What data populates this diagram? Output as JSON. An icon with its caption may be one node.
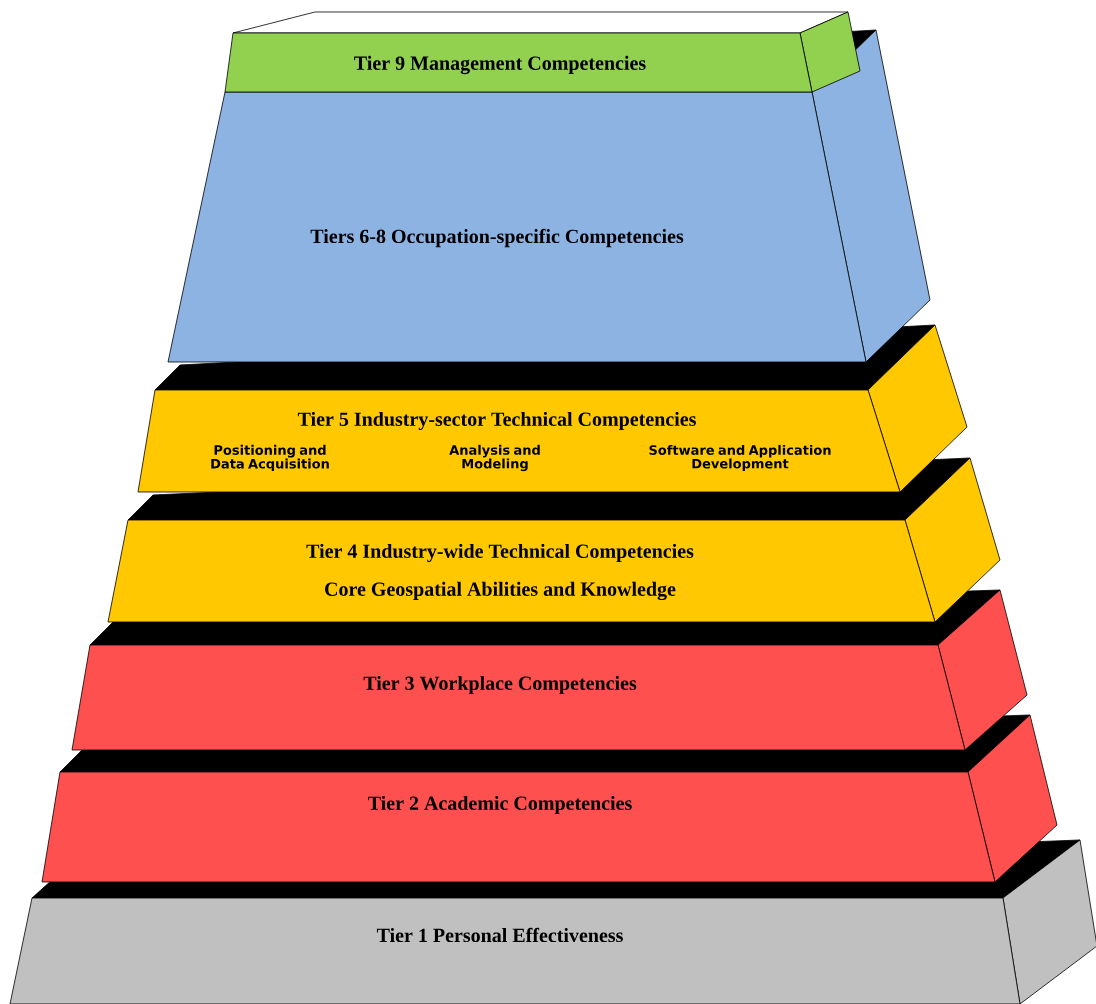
{
  "diagram": {
    "nodes": [
      {
        "text": [
          "Tier 9 Management Competencies"
        ]
      },
      {
        "text": [
          "Tiers 6-8 Occupation-specific Competencies"
        ]
      },
      {
        "text": [
          "Tier 5 Industry-sector Technical Competencies",
          "Positioning and Data Acquisition",
          "Analysis and Modeling",
          "Software and Application Development"
        ]
      },
      {
        "text": [
          "Tier 4 Industry-wide Technical Competencies",
          "Core Geospatial Abilities and Knowledge"
        ]
      },
      {
        "text": [
          "Tier 3 Workplace Competencies"
        ]
      },
      {
        "text": [
          "Tier 2 Academic Competencies"
        ]
      },
      {
        "text": [
          "Tier 1 Personal Effectiveness"
        ]
      }
    ]
  }
}
